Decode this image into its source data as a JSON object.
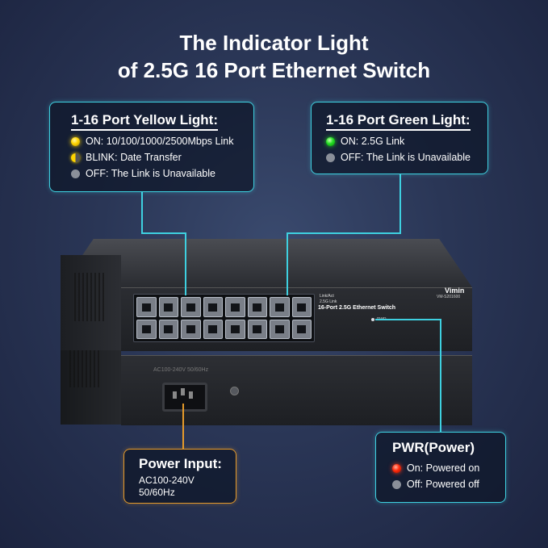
{
  "title": {
    "line1": "The Indicator Light",
    "line2": "of 2.5G 16 Port Ethernet Switch"
  },
  "yellow_box": {
    "heading": "1-16 Port Yellow Light:",
    "items": [
      {
        "indicator": "yellow",
        "text": "ON: 10/100/1000/2500Mbps Link"
      },
      {
        "indicator": "blink",
        "text": "BLINK: Date Transfer"
      },
      {
        "indicator": "gray",
        "text": "OFF: The Link is Unavailable"
      }
    ]
  },
  "green_box": {
    "heading": "1-16 Port Green Light:",
    "items": [
      {
        "indicator": "green",
        "text": "ON: 2.5G Link"
      },
      {
        "indicator": "gray",
        "text": "OFF: The Link is Unavailable"
      }
    ]
  },
  "power_input_box": {
    "heading": "Power Input:",
    "line1": "AC100-240V",
    "line2": "50/60Hz"
  },
  "pwr_box": {
    "heading": "PWR(Power)",
    "items": [
      {
        "indicator": "red",
        "text": "On: Powered on"
      },
      {
        "indicator": "gray",
        "text": "Off: Powered off"
      }
    ]
  },
  "device": {
    "brand": "Vimin",
    "model": "VM-S201600",
    "name": "16-Port 2.5G Ethernet Switch",
    "led_link": "Link/Act",
    "led_25g": "2.5G Link",
    "pwr_label": "PWR",
    "ac_label": "AC100-240V 50/60Hz",
    "port_count": 16
  },
  "colors": {
    "accent_cyan": "#3ed0e0",
    "accent_orange": "#e59a2a",
    "background": "#2a3656"
  }
}
